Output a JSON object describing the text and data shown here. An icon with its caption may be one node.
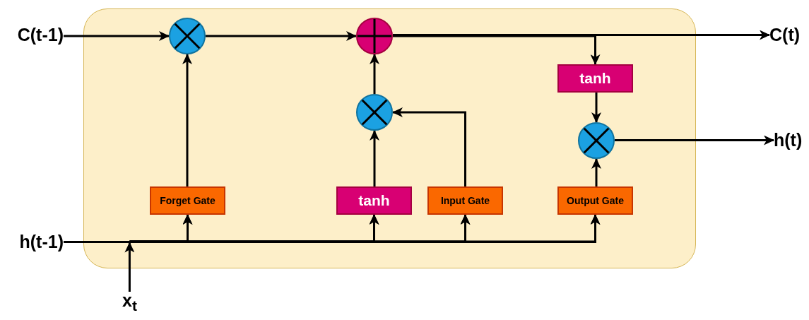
{
  "diagram": {
    "nodes": [
      {
        "text": [],
        "shape": "box"
      },
      {
        "text": [
          "C(t-1)"
        ]
      },
      {
        "text": [],
        "shape": "circle",
        "in": 0
      },
      {
        "text": [],
        "shape": "circle",
        "in": 0
      },
      {
        "text": [
          "C(t)"
        ]
      },
      {
        "text": [
          "tanh"
        ],
        "in": 0
      },
      {
        "text": [],
        "shape": "circle",
        "in": 0
      },
      {
        "text": [],
        "shape": "circle",
        "in": 0
      },
      {
        "text": [
          "h(t)"
        ]
      },
      {
        "text": [
          "Forget Gate"
        ],
        "in": 0
      },
      {
        "text": [
          "tanh"
        ],
        "in": 0
      },
      {
        "text": [
          "Input Gate"
        ],
        "in": 0
      },
      {
        "text": [
          "Output Gate"
        ],
        "in": 0
      },
      {
        "text": [
          "h(t-1)"
        ]
      },
      {
        "text": [
          "x$_{t}$"
        ]
      }
    ],
    "edges": [
      {
        "from": 1,
        "to": 2,
        "arrow": "to"
      },
      {
        "from": 2,
        "to": 3,
        "arrow": "to"
      },
      {
        "from": 3,
        "to": 4,
        "arrow": "to"
      },
      {
        "from": 3,
        "to": 5,
        "arrow": "to"
      },
      {
        "from": 5,
        "to": 7,
        "arrow": "to"
      },
      {
        "from": 7,
        "to": 8,
        "arrow": "to"
      },
      {
        "from": 6,
        "to": 3,
        "arrow": "to"
      },
      {
        "from": 9,
        "to": 2,
        "arrow": "to"
      },
      {
        "from": 10,
        "to": 6,
        "arrow": "to"
      },
      {
        "from": 11,
        "to": 6,
        "arrow": "to"
      },
      {
        "from": 12,
        "to": 7,
        "arrow": "to"
      },
      {
        "from": 13,
        "to": 9,
        "arrow": "to"
      },
      {
        "from": 13,
        "to": 10,
        "arrow": "to"
      },
      {
        "from": 13,
        "to": 11,
        "arrow": "to"
      },
      {
        "from": 13,
        "to": 12,
        "arrow": "to"
      },
      {
        "from": 14,
        "to": 9,
        "arrow": "to"
      },
      {
        "from": 14,
        "to": 10,
        "arrow": "to"
      },
      {
        "from": 14,
        "to": 11,
        "arrow": "to"
      },
      {
        "from": 14,
        "to": 12,
        "arrow": "to"
      }
    ]
  }
}
